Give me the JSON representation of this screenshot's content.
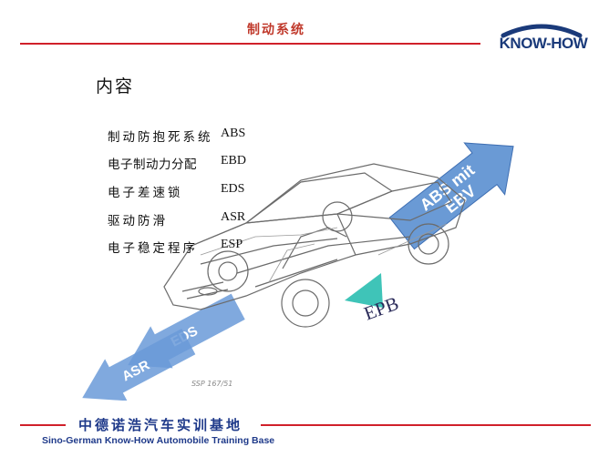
{
  "header": {
    "title": "制动系统",
    "logo_text": "KNOW-HOW"
  },
  "content": {
    "heading": "内容",
    "items": [
      {
        "zh": "制动防抱死系统",
        "en": "ABS"
      },
      {
        "zh": "电子制动力分配",
        "en": "EBD"
      },
      {
        "zh": "电子差速锁",
        "en": "EDS"
      },
      {
        "zh": "驱动防滑",
        "en": "ASR"
      },
      {
        "zh": "电子稳定程序",
        "en": "ESP"
      }
    ]
  },
  "figure": {
    "arrow_right_line1": "ABS mit",
    "arrow_right_line2": "EBV",
    "arrow_left_top": "EDS",
    "arrow_left_bottom": "ASR",
    "epb_label": "EPB",
    "ssp_label": "SSP 167/51"
  },
  "footer": {
    "zh": "中德诺浩汽车实训基地",
    "en": "Sino-German Know-How Automobile Training Base"
  },
  "colors": {
    "accent_red": "#d0202a",
    "brand_blue": "#1f3a8a",
    "arrow_blue": "#5a8fd0",
    "epb_teal": "#3fc4b8"
  }
}
